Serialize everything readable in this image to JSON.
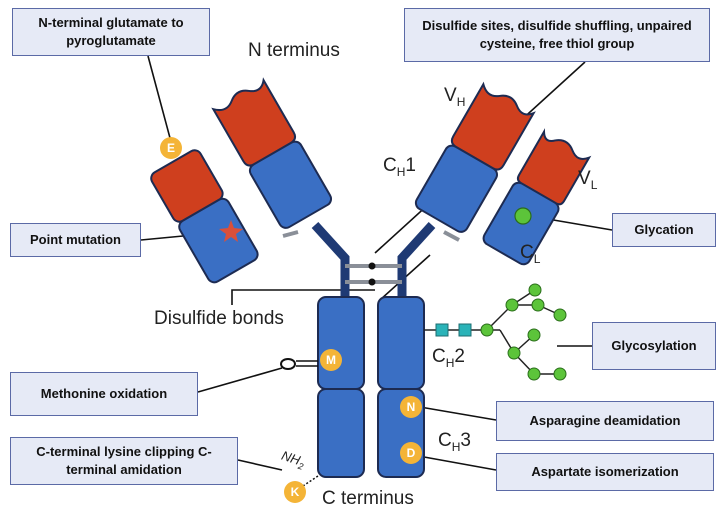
{
  "boxes": {
    "n_terminal": "N-terminal glutamate to pyroglutamate",
    "disulfide_sites": "Disulfide sites, disulfide shuffling, unpaired cysteine, free thiol group",
    "point_mutation": "Point mutation",
    "glycation": "Glycation",
    "glycosylation": "Glycosylation",
    "methionine_oxidation": "Methonine oxidation",
    "asparagine_deamidation": "Asparagine deamidation",
    "c_terminal": "C-terminal lysine clipping C-terminal amidation",
    "aspartate_isomerization": "Aspartate isomerization"
  },
  "labels": {
    "n_terminus": "N terminus",
    "c_terminus": "C terminus",
    "disulfide_bonds": "Disulfide bonds",
    "vh_main": "V",
    "vh_sub": "H",
    "vl_main": "V",
    "vl_sub": "L",
    "ch1_main": "C",
    "ch1_sub": "H",
    "ch1_num": "1",
    "cl_main": "C",
    "cl_sub": "L",
    "ch2_main": "C",
    "ch2_sub": "H",
    "ch2_num": "2",
    "ch3_main": "C",
    "ch3_sub": "H",
    "ch3_num": "3",
    "nh2_main": "NH",
    "nh2_sub": "2"
  },
  "badges": {
    "e": "E",
    "m": "M",
    "n": "N",
    "d": "D",
    "k": "K"
  },
  "colors": {
    "constant_blue": "#3a6fc4",
    "variable_red": "#cf3f1e",
    "hinge_navy": "#1f3a74",
    "box_fill": "#e6eaf6",
    "box_border": "#5b6aa6",
    "badge_orange": "#f4b437",
    "glycan_green": "#5cc43a",
    "glycan_teal": "#2ab3b8"
  }
}
